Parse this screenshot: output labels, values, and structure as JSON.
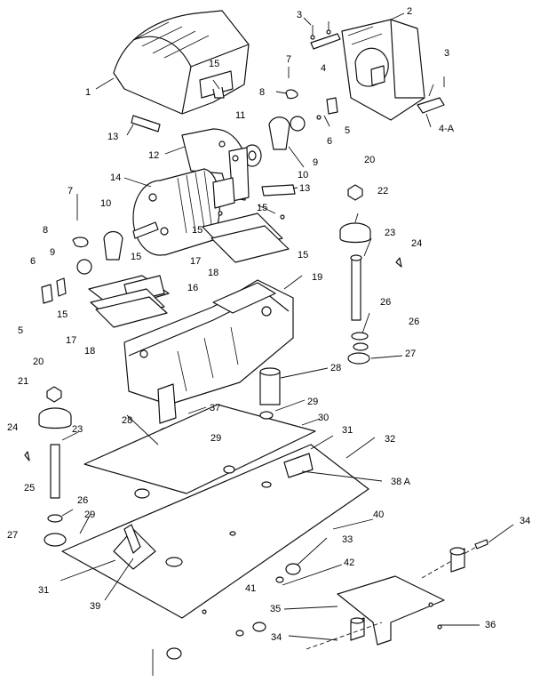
{
  "callouts": {
    "c1": "1",
    "c2": "2",
    "c3a": "3",
    "c3b": "3",
    "c4": "4",
    "c4a": "4-A",
    "c5a": "5",
    "c5b": "5",
    "c6a": "6",
    "c6b": "6",
    "c7a": "7",
    "c7b": "7",
    "c8a": "8",
    "c8b": "8",
    "c9a": "9",
    "c9b": "9",
    "c10a": "10",
    "c10b": "10",
    "c11": "11",
    "c12": "12",
    "c13a": "13",
    "c13b": "13",
    "c14": "14",
    "c15a": "15",
    "c15b": "15",
    "c15c": "15",
    "c15d": "15",
    "c15e": "15",
    "c15f": "15",
    "c16": "16",
    "c17a": "17",
    "c17b": "17",
    "c18a": "18",
    "c18b": "18",
    "c19": "19",
    "c20a": "20",
    "c20b": "20",
    "c21": "21",
    "c22": "22",
    "c23a": "23",
    "c23b": "23",
    "c24a": "24",
    "c24b": "24",
    "c25": "25",
    "c26a": "26",
    "c26b": "26",
    "c26c": "26",
    "c27a": "27",
    "c27b": "27",
    "c28a": "28",
    "c28b": "28",
    "c29a": "29",
    "c29b": "29",
    "c29c": "29",
    "c30": "30",
    "c31a": "31",
    "c31b": "31",
    "c32": "32",
    "c33": "33",
    "c34a": "34",
    "c34b": "34",
    "c35": "35",
    "c36": "36",
    "c37": "37",
    "c38a": "38 A",
    "c39": "39",
    "c40": "40",
    "c41": "41",
    "c42": "42"
  }
}
